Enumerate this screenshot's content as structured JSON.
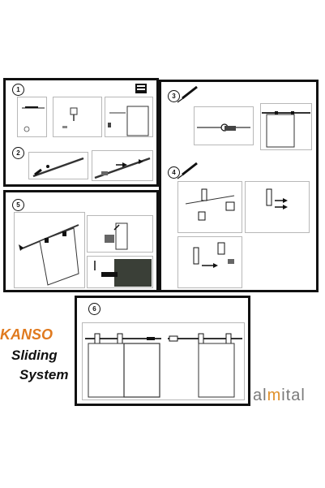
{
  "steps": [
    "1",
    "2",
    "3",
    "4",
    "5",
    "6"
  ],
  "brand": {
    "word1": "KANSO",
    "word2": "Sliding",
    "word3": "System",
    "accent_color": "#e07a1f",
    "text_color": "#111111"
  },
  "logo": {
    "part1": "al",
    "part2": "m",
    "part3": "ital",
    "color_main": "#7a7a7a",
    "color_accent": "#e0902a"
  }
}
